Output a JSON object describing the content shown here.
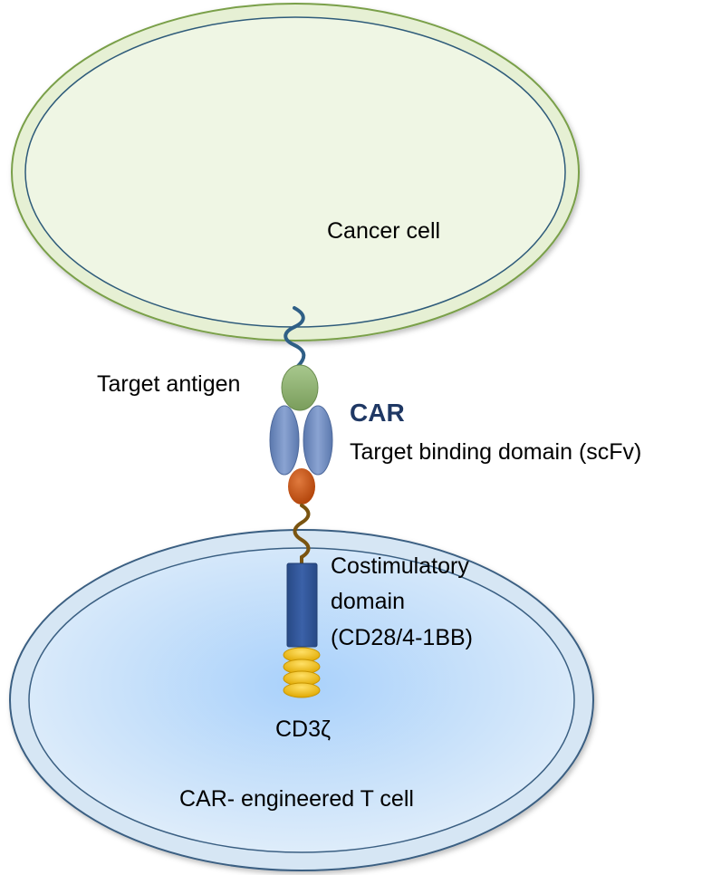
{
  "labels": {
    "cancer_cell": "Cancer cell",
    "target_antigen": "Target antigen",
    "car": "CAR",
    "binding_domain": "Target binding domain (scFv)",
    "costim_line1": "Costimulatory",
    "costim_line2": "domain",
    "costim_line3": "(CD28/4-1BB)",
    "cd3z": "CD3ζ",
    "t_cell": "CAR- engineered T cell"
  },
  "colors": {
    "cancer_membrane": "#e6f0d4",
    "cancer_outline": "#7aa04a",
    "cancer_inner_line": "#2e5b7a",
    "tcell_center": "#a9d1fb",
    "tcell_edge": "#e3effa",
    "tcell_outline": "#3a5f82",
    "antigen": "#8aae6c",
    "scfv": "#6d89be",
    "hinge_ball": "#c84f12",
    "costim_domain": "#2f5496",
    "cd3z_segments": "#f2c200",
    "car_title": "#1f3864"
  }
}
